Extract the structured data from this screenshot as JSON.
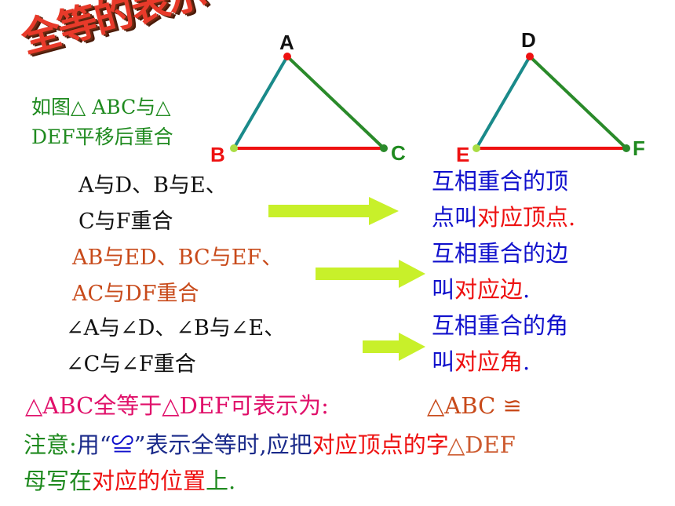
{
  "title": "全等的表示",
  "intro": {
    "line1": "如图△ ABC与△",
    "line2": "DEF平移后重合"
  },
  "labels": {
    "A": "A",
    "B": "B",
    "C": "C",
    "D": "D",
    "E": "E",
    "F": "F"
  },
  "vertex_pairs": {
    "line1": "A与D、B与E、",
    "line2": "C与F重合"
  },
  "side_pairs": {
    "line1": "AB与ED、BC与EF、",
    "line2": "AC与DF重合"
  },
  "angle_pairs": {
    "line1": "∠A与∠D、∠B与∠E、",
    "line2": "∠C与∠F重合"
  },
  "def_vertex": {
    "line1": "互相重合的顶",
    "line2_a": "点叫",
    "line2_b": "对应顶点",
    "line2_c": "."
  },
  "def_side": {
    "line1": "互相重合的边",
    "line2_a": "叫",
    "line2_b": "对应边",
    "line2_c": "."
  },
  "def_angle": {
    "line1": "互相重合的角",
    "line2_a": "叫",
    "line2_b": "对应角",
    "line2_c": "."
  },
  "notation": {
    "text": "△ABC全等于△DEF可表示为:",
    "expr": "△ABC ≌",
    "overlap": "△DEF"
  },
  "note": {
    "a": "注意:",
    "b": "用“",
    "c": "≌",
    "d": "”表示全等时,应把",
    "e": "对应顶点",
    "f": "的字",
    "g": "母写在",
    "h": "对应的位置",
    "i": "上."
  },
  "colors": {
    "red_side": "#ee1111",
    "teal_side": "#1a8a8a",
    "green_side": "#2a8a2a",
    "arrow": "#c8f02a"
  }
}
